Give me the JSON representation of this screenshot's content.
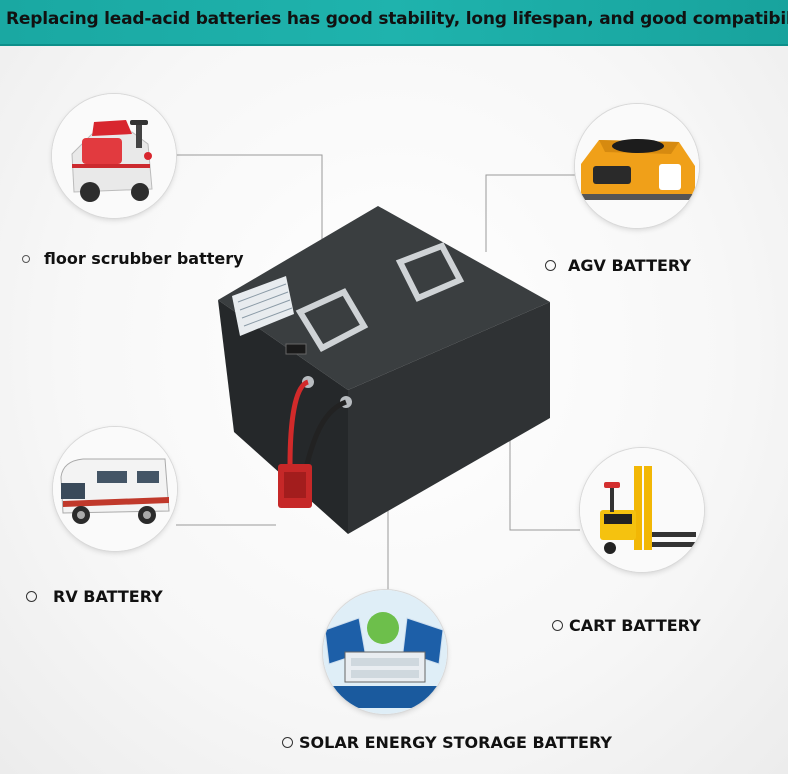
{
  "banner": {
    "title": "Replacing lead-acid batteries has good stability, long lifespan, and good compatibility",
    "color": "#1fb3ad"
  },
  "applications": {
    "floor_scrubber": {
      "label": "floor scrubber battery",
      "icon": "floor-scrubber-image"
    },
    "agv": {
      "label": "AGV BATTERY",
      "icon": "agv-robot-image"
    },
    "rv": {
      "label": "RV BATTERY",
      "icon": "rv-camper-image"
    },
    "cart": {
      "label": "CART BATTERY",
      "icon": "pallet-stacker-image"
    },
    "solar": {
      "label": "SOLAR ENERGY STORAGE BATTERY",
      "icon": "solar-panel-image"
    }
  },
  "product": {
    "icon": "lithium-battery-pack-image",
    "color": "#2b2e2f"
  }
}
